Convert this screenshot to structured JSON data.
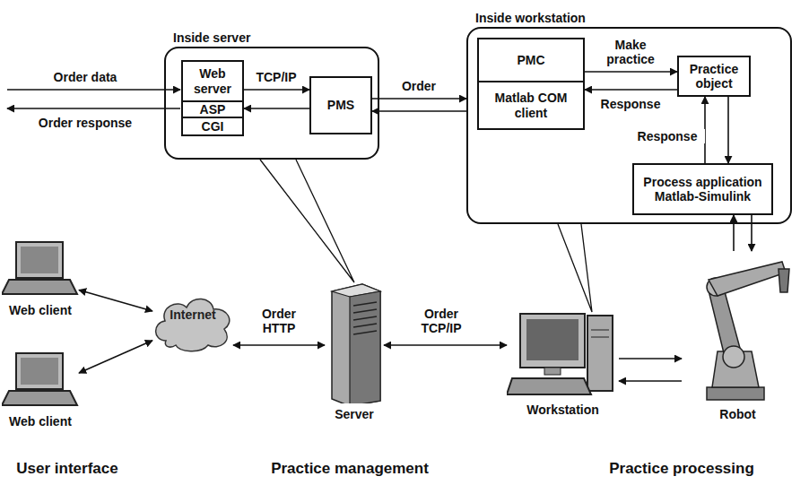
{
  "diagram": {
    "nodes": [
      {
        "text": [
          "Inside server"
        ]
      },
      {
        "text": [
          "Web server"
        ],
        "in": 0
      },
      {
        "text": [
          "ASP"
        ],
        "in": 0
      },
      {
        "text": [
          "CGI"
        ],
        "in": 0
      },
      {
        "text": [
          "PMS"
        ],
        "in": 0
      },
      {
        "text": [
          "Inside workstation"
        ]
      },
      {
        "text": [
          "PMC"
        ],
        "in": 5
      },
      {
        "text": [
          "Matlab COM client"
        ],
        "in": 5
      },
      {
        "text": [
          "Practice object"
        ],
        "in": 5
      },
      {
        "text": [
          "Process application Matlab-Simulink"
        ],
        "in": 5
      },
      {
        "text": [
          "Web client"
        ]
      },
      {
        "text": [
          "Web client"
        ]
      },
      {
        "text": [
          "Internet"
        ]
      },
      {
        "text": [
          "Server"
        ]
      },
      {
        "text": [
          "Workstation"
        ]
      },
      {
        "text": [
          "Robot"
        ]
      }
    ],
    "edges": [
      {
        "from": 1,
        "to": 4,
        "label": "TCP/IP",
        "arrow": "to"
      },
      {
        "from": 4,
        "to": 2,
        "arrow": "to"
      },
      {
        "from": 4,
        "to": 5,
        "label": "Order",
        "arrow": "to"
      },
      {
        "from": 5,
        "to": 4,
        "arrow": "to"
      },
      {
        "from": 6,
        "to": 8,
        "label": "Make practice",
        "arrow": "to"
      },
      {
        "from": 8,
        "to": 6,
        "label": "Response",
        "arrow": "to"
      },
      {
        "from": 8,
        "to": 9,
        "arrow": "to"
      },
      {
        "from": 9,
        "to": 8,
        "label": "Response",
        "arrow": "to"
      },
      {
        "from": 10,
        "to": 12,
        "arrow": "both"
      },
      {
        "from": 11,
        "to": 12,
        "arrow": "both"
      },
      {
        "from": 12,
        "to": 13,
        "label": "Order HTTP",
        "arrow": "both"
      },
      {
        "from": 13,
        "to": 14,
        "label": "Order TCP/IP",
        "arrow": "both"
      },
      {
        "from": 14,
        "to": 15,
        "arrow": "to"
      },
      {
        "from": 15,
        "to": 14,
        "arrow": "to"
      },
      {
        "from": 9,
        "to": 15,
        "arrow": "to"
      },
      {
        "from": 15,
        "to": 9,
        "arrow": "to"
      },
      {
        "from": 0,
        "to": 13,
        "arrow": "none"
      },
      {
        "from": 5,
        "to": 14,
        "arrow": "none"
      }
    ],
    "labels": [
      "Order data",
      "Order response",
      "User interface",
      "Practice management",
      "Practice processing"
    ]
  }
}
